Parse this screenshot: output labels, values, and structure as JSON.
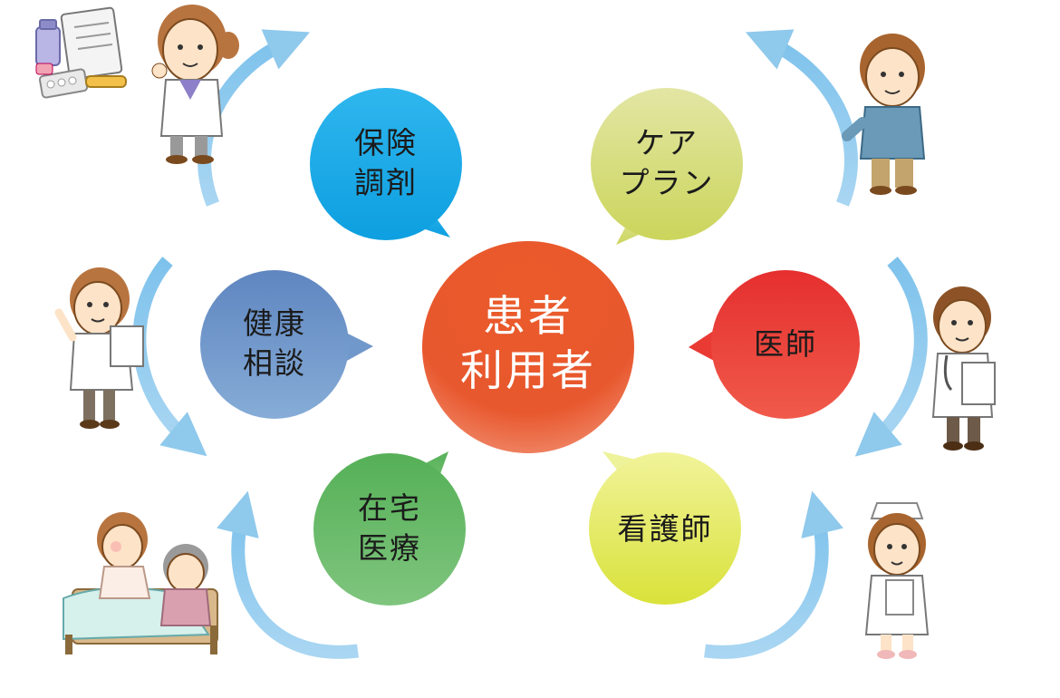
{
  "center": {
    "lines": [
      "患者",
      "利用者"
    ]
  },
  "nodes": [
    {
      "id": "pharmacy",
      "lines": [
        "保険",
        "調剤"
      ],
      "color": "#1aa9e6"
    },
    {
      "id": "careplan",
      "lines": [
        "ケア",
        "プラン"
      ],
      "color": "#d6df7a"
    },
    {
      "id": "doctor",
      "lines": [
        "医師"
      ],
      "color": "#e8322f"
    },
    {
      "id": "nurse",
      "lines": [
        "看護師"
      ],
      "color": "#e4e86a"
    },
    {
      "id": "homecare",
      "lines": [
        "在宅",
        "医療"
      ],
      "color": "#5fb55f"
    },
    {
      "id": "health",
      "lines": [
        "健康",
        "相談"
      ],
      "color": "#6f95c7"
    }
  ],
  "colors": {
    "center": "#e8582e",
    "arrow": "#8fc9ec"
  }
}
